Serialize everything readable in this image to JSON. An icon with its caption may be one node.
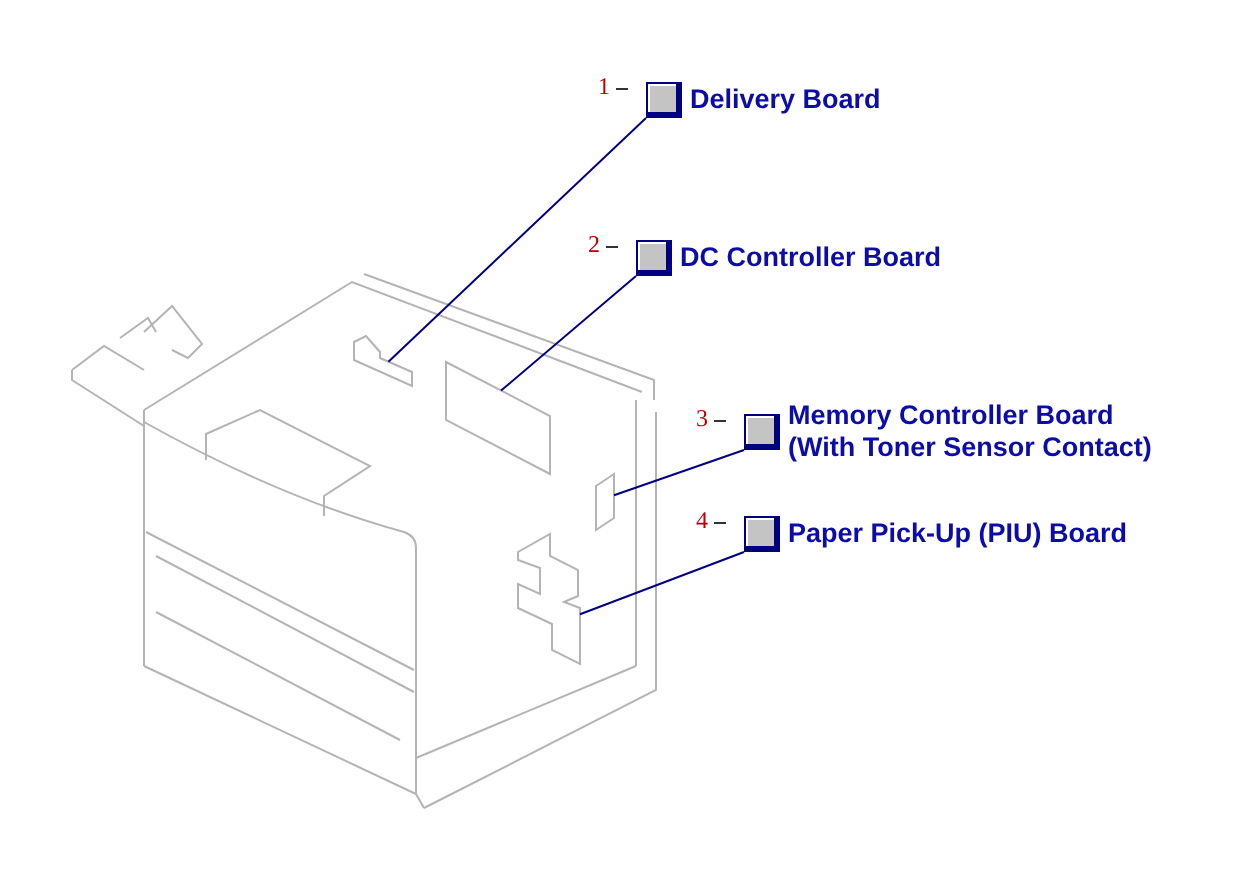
{
  "diagram": {
    "nodes": [
      {
        "text": [
          "Delivery Board"
        ],
        "beside": [
          "1"
        ]
      },
      {
        "text": [
          "DC Controller Board"
        ],
        "beside": [
          "2"
        ]
      },
      {
        "text": [
          "Memory Controller Board (With Toner Sensor Contact)"
        ],
        "beside": [
          "3"
        ]
      },
      {
        "text": [
          "Paper Pick-Up (PIU) Board"
        ],
        "beside": [
          "4"
        ]
      },
      {
        "text": [],
        "shape": "box"
      },
      {
        "text": [],
        "shape": "box"
      },
      {
        "text": [],
        "shape": "box"
      },
      {
        "text": [],
        "shape": "box"
      }
    ],
    "edges": [
      {
        "from": 0,
        "to": 4,
        "arrow": "none"
      },
      {
        "from": 1,
        "to": 5,
        "arrow": "none"
      },
      {
        "from": 2,
        "to": 6,
        "arrow": "none"
      },
      {
        "from": 3,
        "to": 7,
        "arrow": "none"
      }
    ]
  }
}
